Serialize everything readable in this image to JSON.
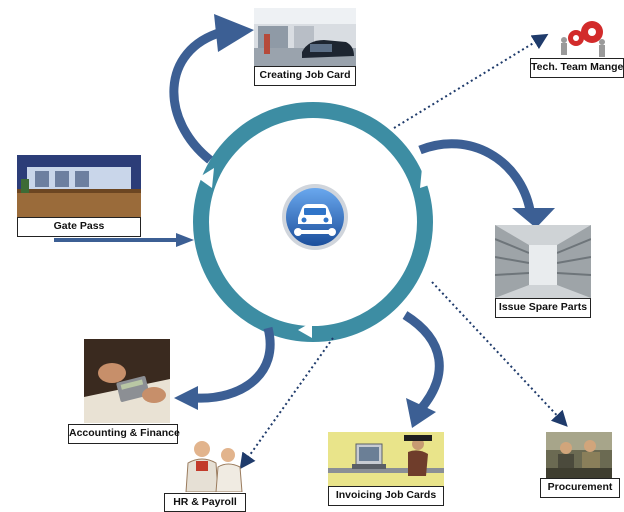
{
  "diagram": {
    "center_icon": "car-service-icon",
    "nodes": [
      {
        "id": "creating-job-card",
        "label": "Creating Job Card",
        "icon": "garage-photo"
      },
      {
        "id": "tech-team",
        "label": "Tech. Team Mange",
        "icon": "gears-team-icon"
      },
      {
        "id": "gate-pass",
        "label": "Gate Pass",
        "icon": "reception-desk-photo"
      },
      {
        "id": "issue-spare-parts",
        "label": "Issue Spare Parts",
        "icon": "warehouse-photo"
      },
      {
        "id": "accounting-finance",
        "label": "Accounting & Finance",
        "icon": "calculator-photo"
      },
      {
        "id": "hr-payroll",
        "label": "HR & Payroll",
        "icon": "people-clipart-icon"
      },
      {
        "id": "invoicing-job-cards",
        "label": "Invoicing Job Cards",
        "icon": "desk-computer-clipart-icon"
      },
      {
        "id": "procurement",
        "label": "Procurement",
        "icon": "workshop-workers-photo"
      }
    ],
    "colors": {
      "ring": "#3d8da3",
      "arrow": "#3c5f94",
      "dotted": "#1f3b6b",
      "center": "#2f74c8"
    }
  }
}
